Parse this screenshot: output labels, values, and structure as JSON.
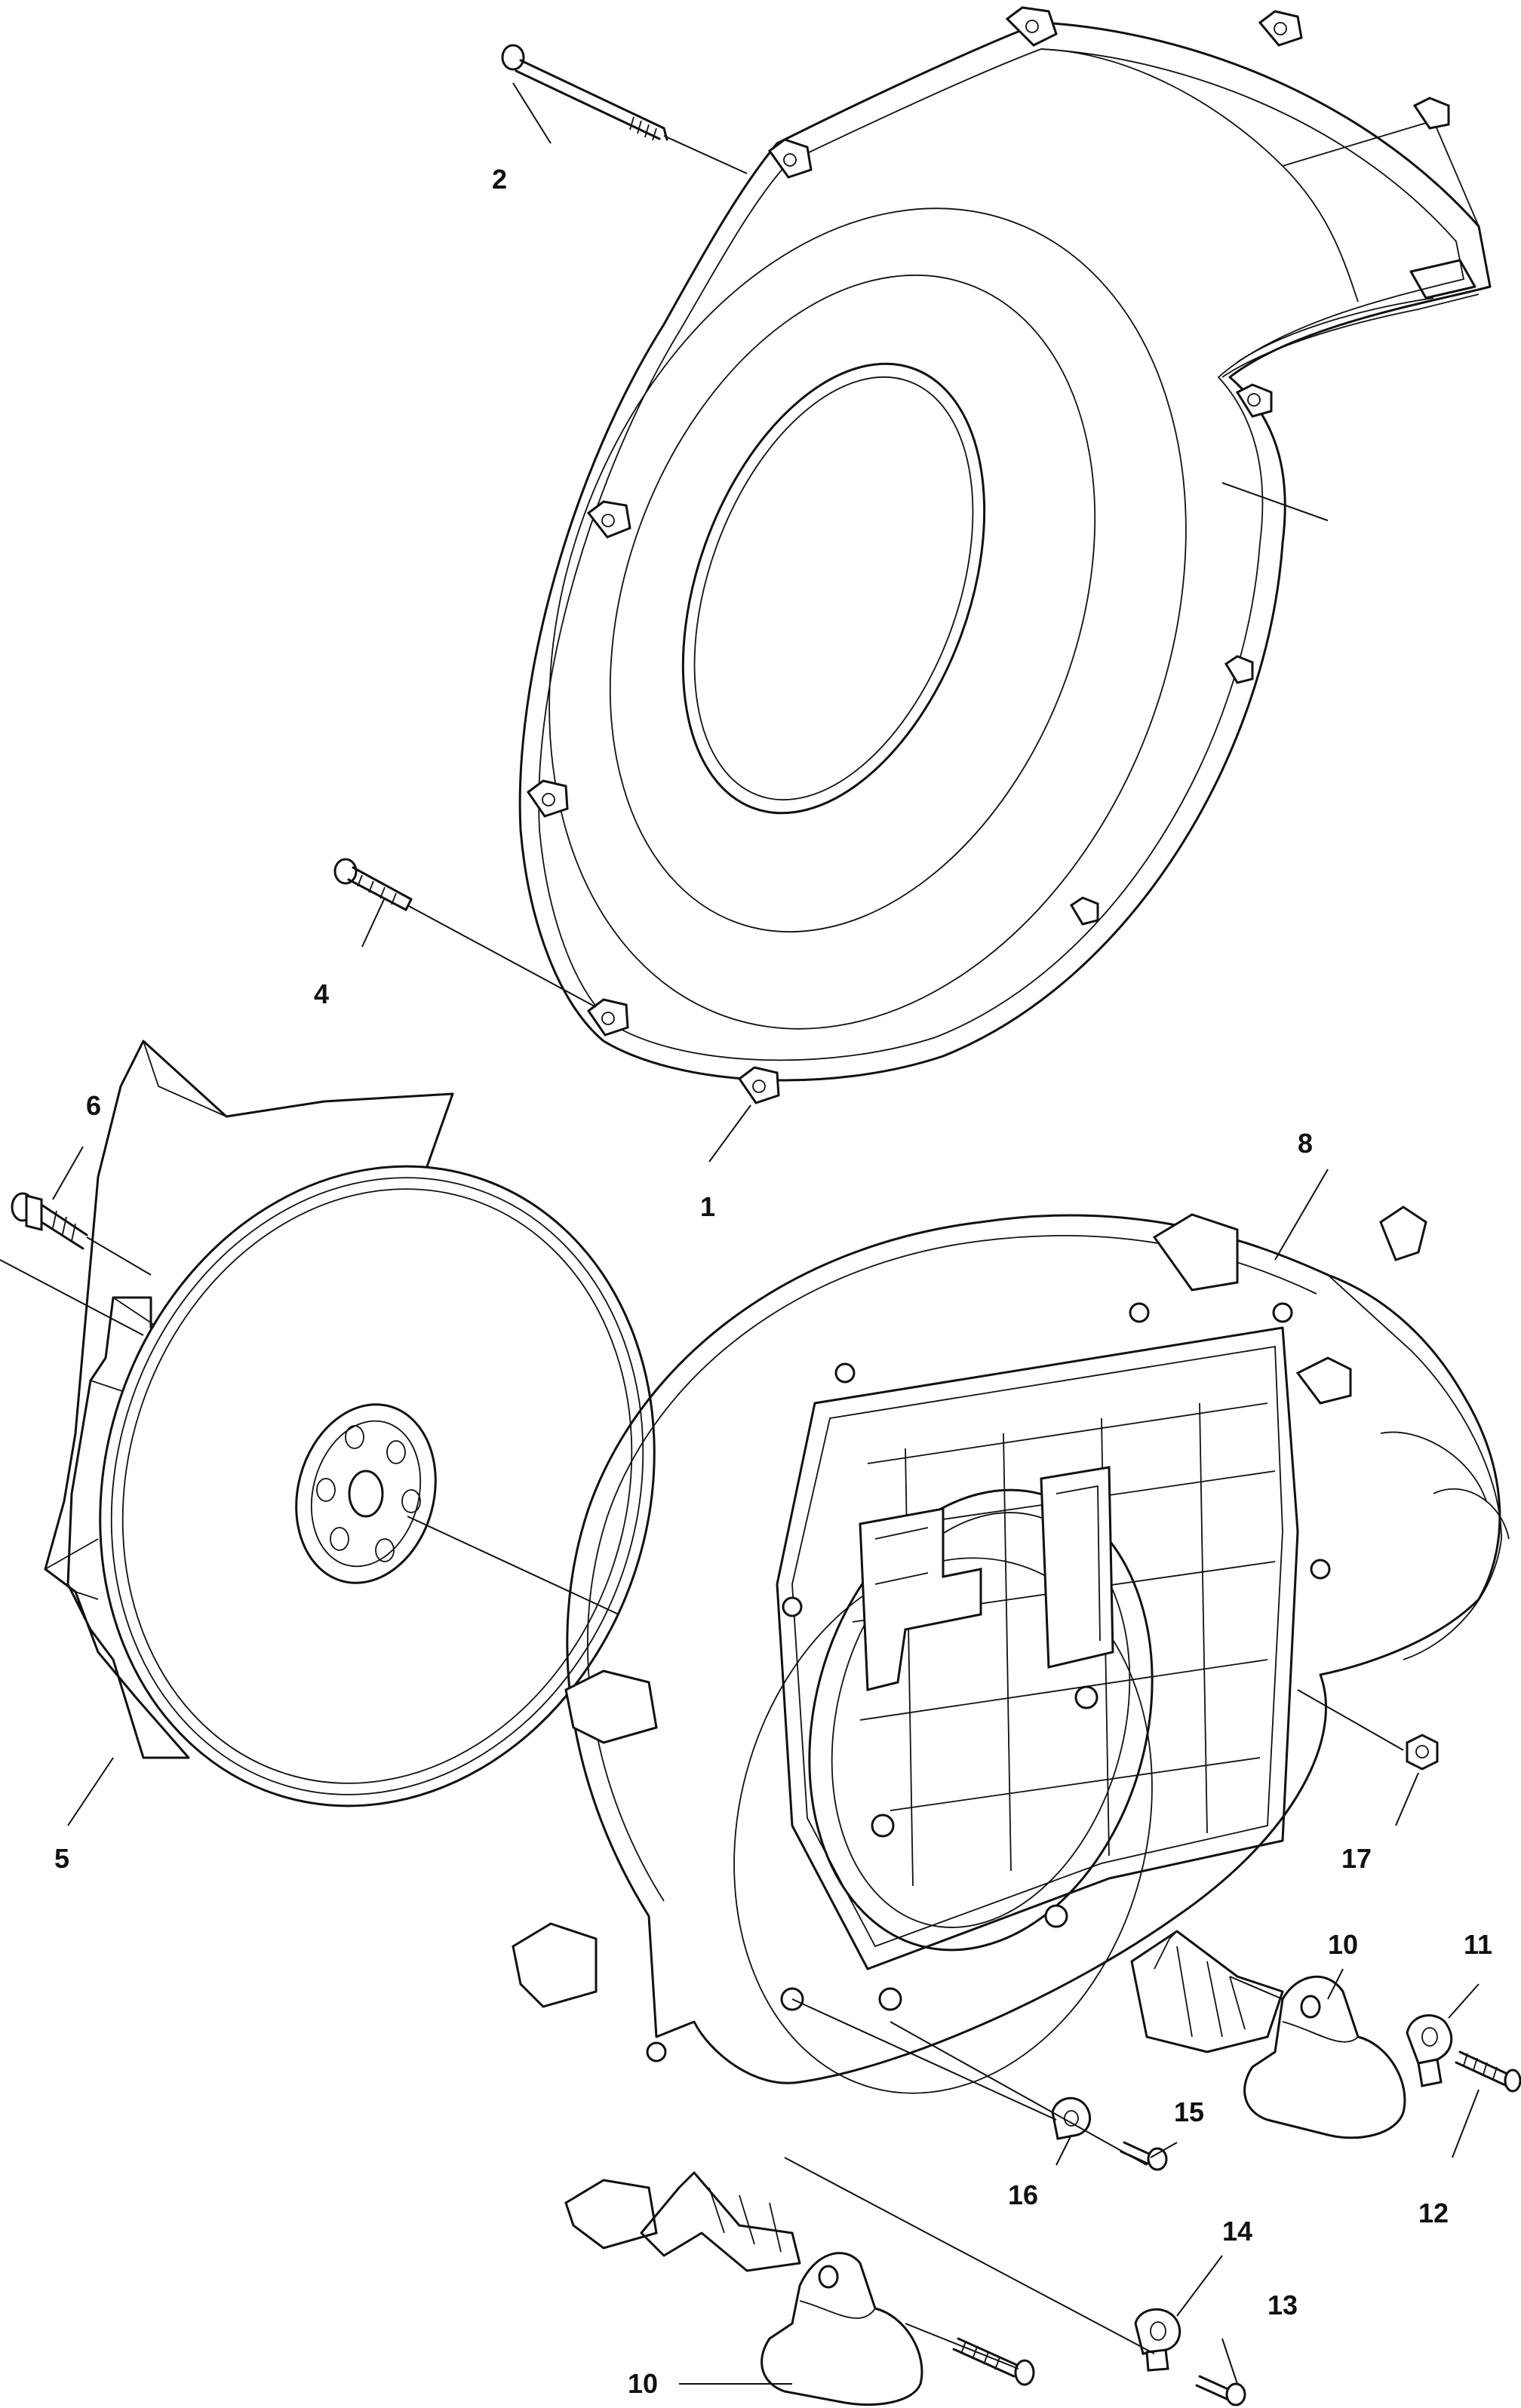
{
  "callouts": [
    {
      "id": "c1",
      "label": "1"
    },
    {
      "id": "c2",
      "label": "2"
    },
    {
      "id": "c4",
      "label": "4"
    },
    {
      "id": "c5",
      "label": "5"
    },
    {
      "id": "c6",
      "label": "6"
    },
    {
      "id": "c8",
      "label": "8"
    },
    {
      "id": "c10a",
      "label": "10"
    },
    {
      "id": "c10b",
      "label": "10"
    },
    {
      "id": "c11",
      "label": "11"
    },
    {
      "id": "c12",
      "label": "12"
    },
    {
      "id": "c13",
      "label": "13"
    },
    {
      "id": "c14",
      "label": "14"
    },
    {
      "id": "c15",
      "label": "15"
    },
    {
      "id": "c16",
      "label": "16"
    },
    {
      "id": "c17",
      "label": "17"
    }
  ]
}
